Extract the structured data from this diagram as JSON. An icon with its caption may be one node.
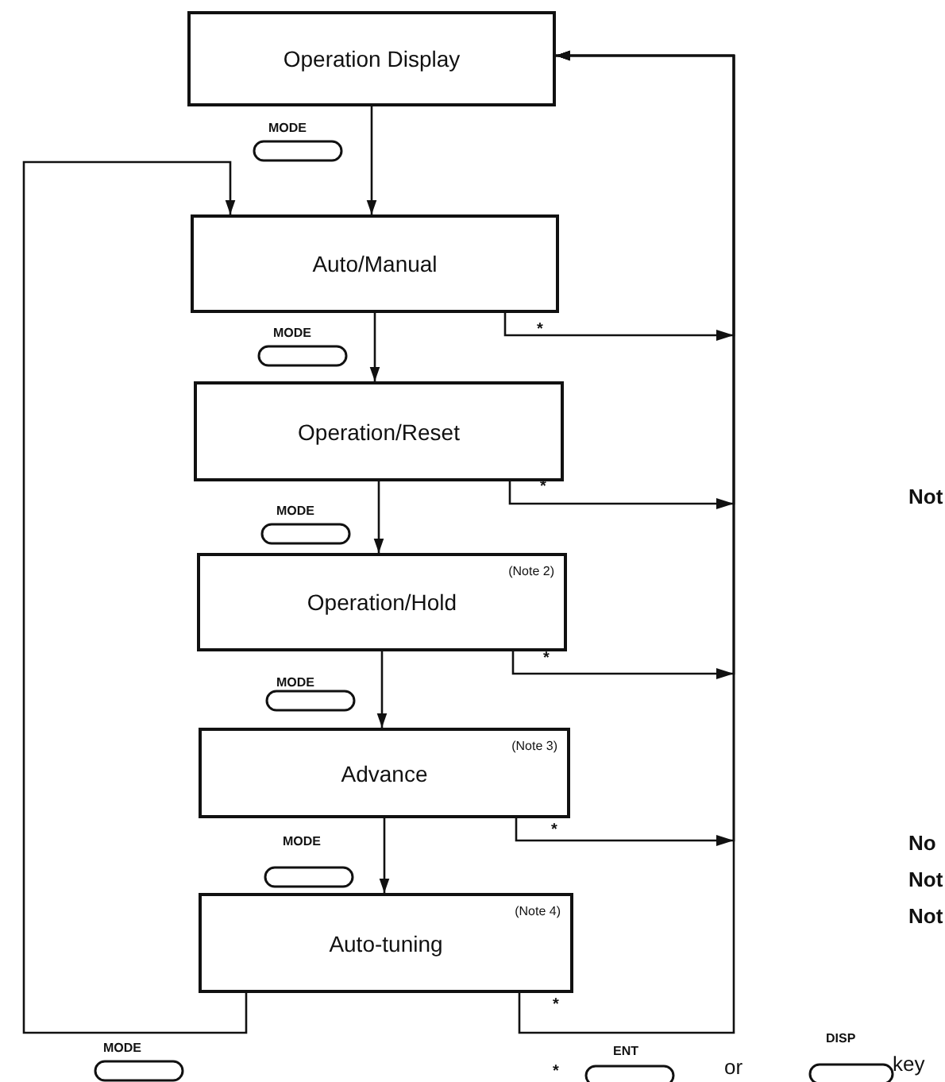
{
  "diagram": {
    "nodes": [
      {
        "text": [
          "Operation Display"
        ]
      },
      {
        "text": [
          "Auto/Manual"
        ]
      },
      {
        "text": [
          "Operation/Reset"
        ]
      },
      {
        "text": [
          "Operation/Hold",
          "(Note 2)"
        ]
      },
      {
        "text": [
          "Advance",
          "(Note 3)"
        ]
      },
      {
        "text": [
          "Auto-tuning",
          "(Note 4)"
        ]
      }
    ],
    "edges": [
      {
        "from": 0,
        "to": 1,
        "arrow": "to"
      },
      {
        "from": 1,
        "to": 2,
        "arrow": "to"
      },
      {
        "from": 2,
        "to": 3,
        "arrow": "to"
      },
      {
        "from": 3,
        "to": 4,
        "arrow": "to"
      },
      {
        "from": 4,
        "to": 5,
        "arrow": "to"
      },
      {
        "from": 5,
        "to": 1,
        "arrow": "to"
      },
      {
        "from": 1,
        "to": 0,
        "arrow": "to"
      },
      {
        "from": 2,
        "to": 0,
        "arrow": "to"
      },
      {
        "from": 3,
        "to": 0,
        "arrow": "to"
      },
      {
        "from": 4,
        "to": 0,
        "arrow": "to"
      },
      {
        "from": 5,
        "to": 0,
        "arrow": "to"
      }
    ],
    "labels": [
      "MODE",
      "MODE",
      "*",
      "MODE",
      "*",
      "Not",
      "MODE",
      "*",
      "MODE",
      "No",
      "Not",
      "Not",
      "*",
      "*",
      "MODE",
      "*",
      "ENT",
      "or",
      "DISP",
      "key"
    ]
  }
}
